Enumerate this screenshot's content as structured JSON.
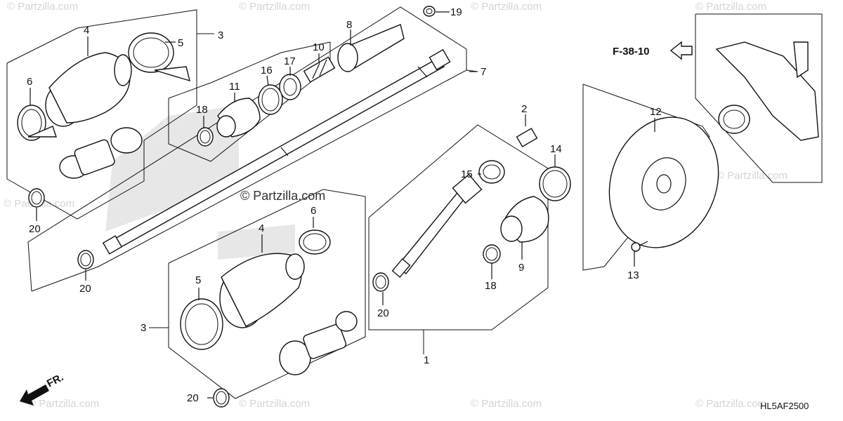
{
  "diagram": {
    "reference": "F-38-10",
    "code": "HL5AF2500",
    "front_label": "FR.",
    "copyright": "© Partzilla.com",
    "watermark": "© Partzilla.com",
    "callouts": {
      "c1": "1",
      "c2": "2",
      "c3a": "3",
      "c3b": "3",
      "c4a": "4",
      "c4b": "4",
      "c5a": "5",
      "c5b": "5",
      "c6a": "6",
      "c6b": "6",
      "c7": "7",
      "c8": "8",
      "c9": "9",
      "c10": "10",
      "c11": "11",
      "c12": "12",
      "c13": "13",
      "c14": "14",
      "c15": "15",
      "c16": "16",
      "c17": "17",
      "c18a": "18",
      "c18b": "18",
      "c19": "19",
      "c20a": "20",
      "c20b": "20",
      "c20c": "20",
      "c20d": "20"
    }
  }
}
